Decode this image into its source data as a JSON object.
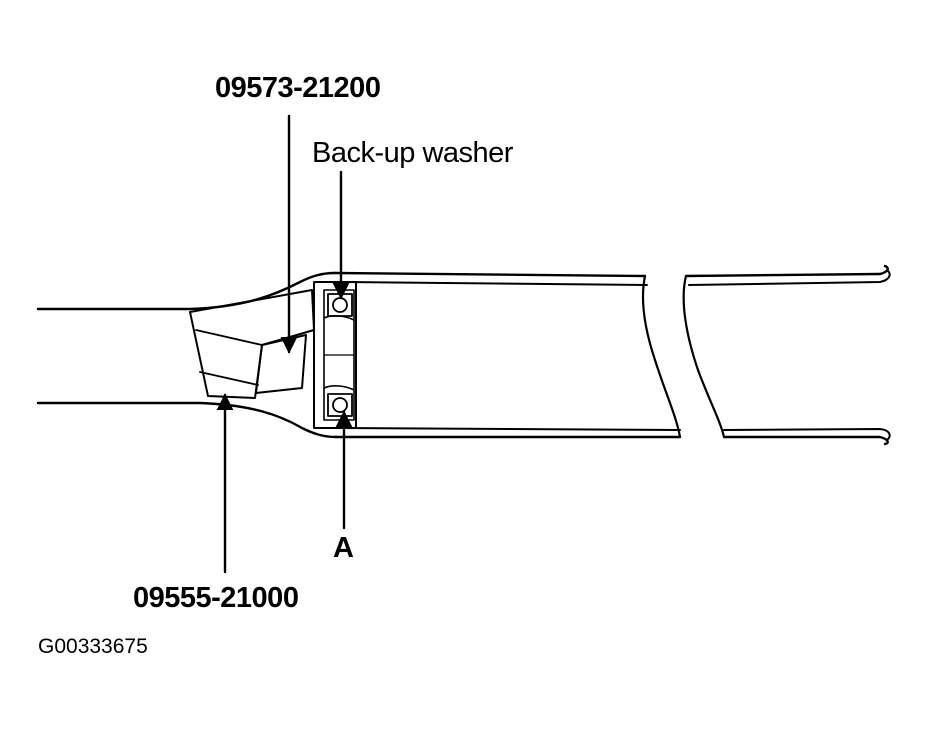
{
  "labels": {
    "tool_upper": "09573-21200",
    "backup_washer": "Back-up washer",
    "tool_lower": "09555-21000",
    "part_a": "A"
  },
  "figure_id": "G00333675",
  "colors": {
    "line": "#000000",
    "background": "#ffffff"
  }
}
